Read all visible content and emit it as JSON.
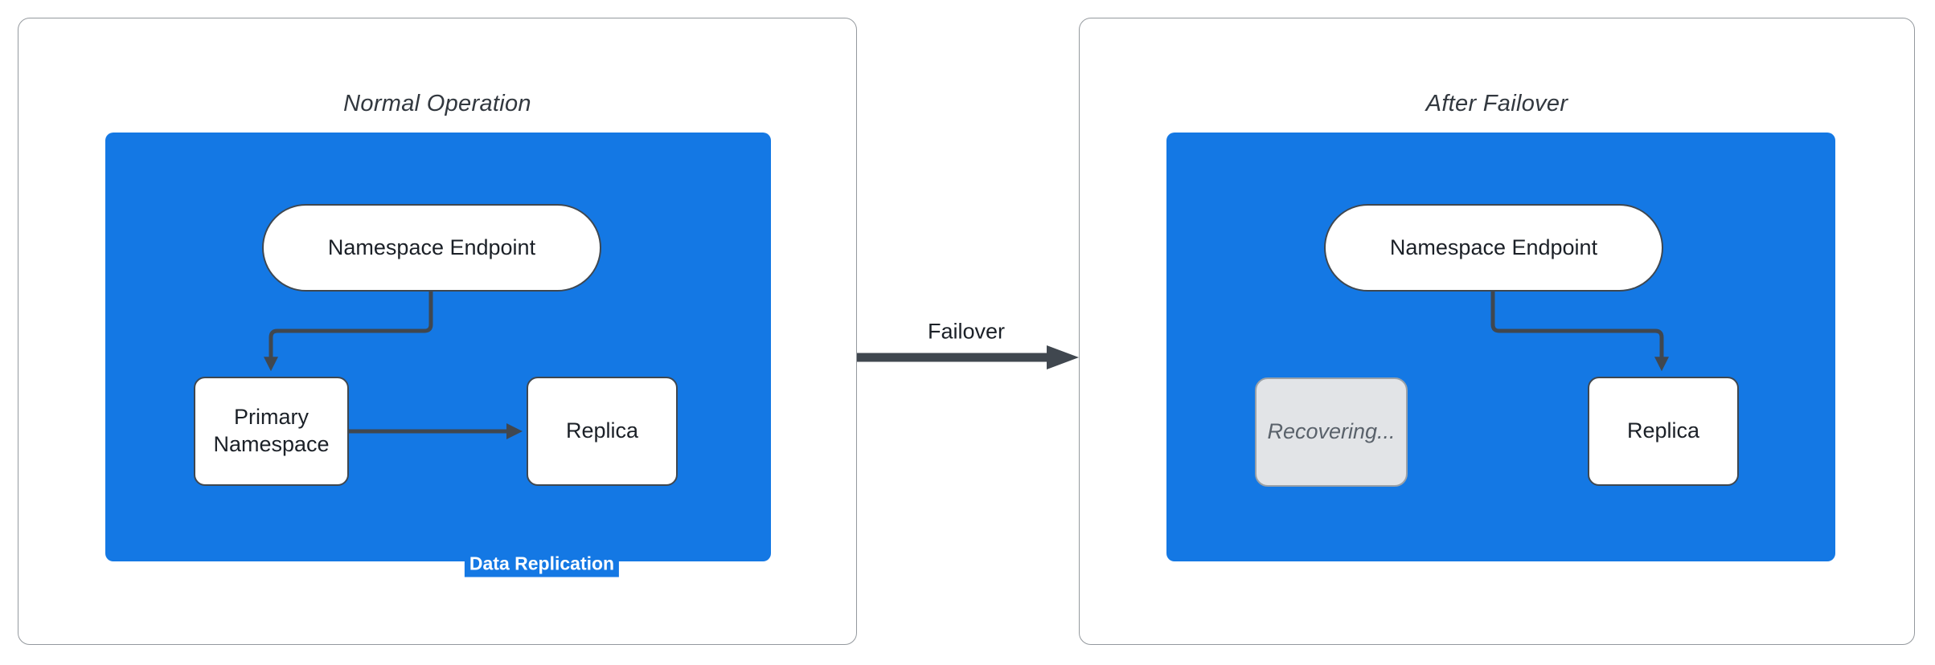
{
  "diagram": {
    "failover_arrow_label": "Failover",
    "panels": [
      {
        "id": "normal-operation",
        "title": "Normal Operation",
        "endpoint_label": "Namespace Endpoint",
        "left_node_label": "Primary\nNamespace",
        "right_node_label": "Replica",
        "edge_label": "Data Replication"
      },
      {
        "id": "after-failover",
        "title": "After Failover",
        "endpoint_label": "Namespace Endpoint",
        "left_node_label": "Recovering...",
        "right_node_label": "Replica"
      }
    ],
    "colors": {
      "cluster_blue": "#1478E4",
      "connector_dark": "#40474F",
      "panel_border_gray": "#94999e",
      "recovering_fill": "#e2e4e7",
      "recovering_text": "#5a626b",
      "edge_label_text": "#ffffff",
      "node_text": "#1b2027",
      "title_text": "#32383f"
    }
  }
}
